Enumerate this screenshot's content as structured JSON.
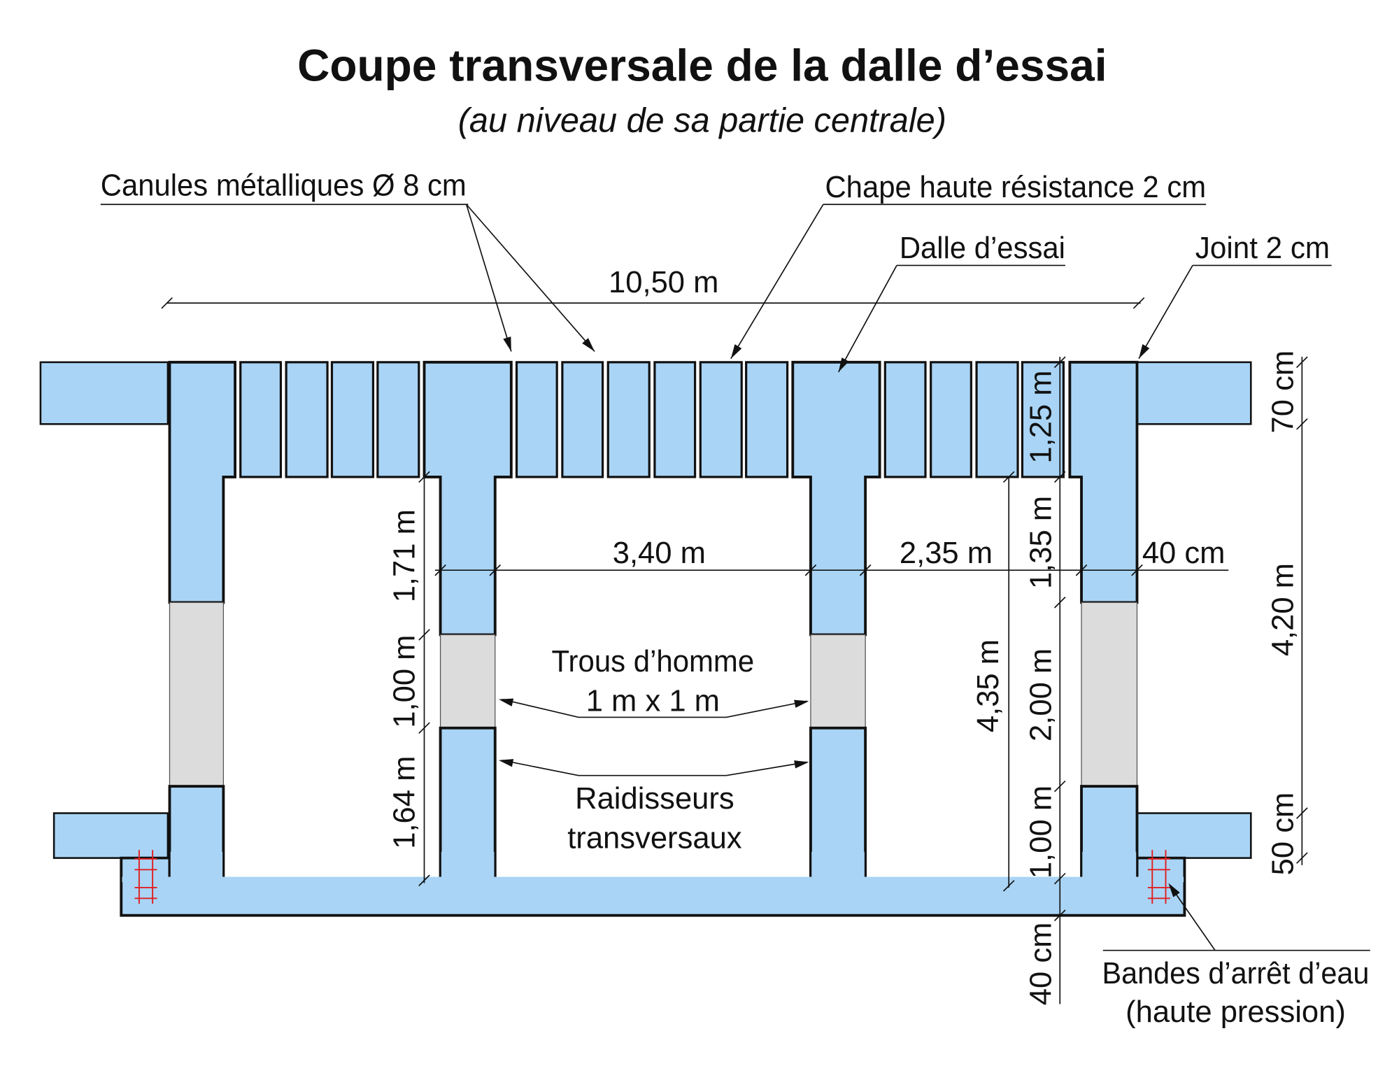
{
  "title": "Coupe transversale de la dalle d’essai",
  "subtitle": "(au niveau de sa partie centrale)",
  "colors": {
    "concrete": "#a9d4f5",
    "manhole": "#dcdcdc",
    "waterstop": "#e02020"
  },
  "labels": {
    "canules": "Canules métalliques Ø 8 cm",
    "chape": "Chape haute résistance 2 cm",
    "dalle": "Dalle d’essai",
    "joint": "Joint 2 cm",
    "trous_line1": "Trous d’homme",
    "trous_line2": "1 m x 1 m",
    "raid_line1": "Raidisseurs",
    "raid_line2": "transversaux",
    "bandes_line1": "Bandes d’arrêt d’eau",
    "bandes_line2": "(haute pression)"
  },
  "dimensions": {
    "total_width": "10,50 m",
    "bay_width": "3,40 m",
    "side_bay_width": "2,35 m",
    "wall_thickness": "40 cm",
    "upper_stiffener": "1,71 m",
    "manhole_height": "1,00 m",
    "lower_stiffener": "1,64 m",
    "inner_height": "4,35 m",
    "slab_depth": "1,25 m",
    "wall_upper": "1,35 m",
    "wall_opening": "2,00 m",
    "wall_lower": "1,00 m",
    "base_thickness": "40 cm",
    "top_outer": "70 cm",
    "outer_height": "4,20 m",
    "bottom_outer": "50 cm"
  }
}
